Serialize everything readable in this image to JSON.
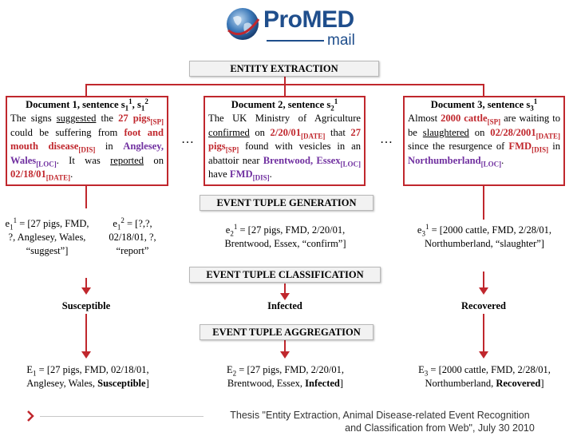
{
  "logo": {
    "brand": "ProMED",
    "sub": "mail"
  },
  "stages": {
    "extraction": "ENTITY EXTRACTION",
    "generation": "EVENT TUPLE GENERATION",
    "classification": "EVENT TUPLE CLASSIFICATION",
    "aggregation": "EVENT TUPLE AGGREGATION"
  },
  "doc1": {
    "title_prefix": "Document 1, sentence s",
    "t1": "The signs ",
    "suggested": "suggested",
    "t2": " the ",
    "pigs": "27 pigs",
    "sp": "[SP]",
    "t3": " could be suffering from ",
    "disease": "foot and mouth disease",
    "dis": "[DIS]",
    "t4": " in ",
    "loc1": "Anglesey, Wales",
    "loc": "[LOC]",
    "t5": ". It was ",
    "reported": "reported",
    "t6": " on ",
    "date": "02/18/01",
    "datetag": "[DATE]",
    "t7": "."
  },
  "doc2": {
    "title_prefix": "Document 2, sentence s",
    "t1": "The UK Ministry of Agriculture ",
    "confirmed": "confirmed",
    "t2": " on ",
    "date": "2/20/01",
    "datetag": "[DATE]",
    "t3": " that ",
    "pigs": "27 pigs",
    "sp": "[SP]",
    "t4": " found with vesicles in an abattoir near ",
    "loc1": "Brentwood, Essex",
    "loc": "[LOC]",
    "t5": " have ",
    "dis1": "FMD",
    "dis": "[DIS]",
    "t6": "."
  },
  "doc3": {
    "title_prefix": "Document 3, sentence s",
    "t1": "Almost ",
    "cattle": "2000 cattle",
    "sp": "[SP]",
    "t2": " are waiting to be ",
    "slaughtered": "slaughtered",
    "t3": " on ",
    "date": "02/28/2001",
    "datetag": "[DATE]",
    "t4": " since the resurgence of ",
    "dis1": "FMD",
    "dis": "[DIS]",
    "t5": " in ",
    "loc1": "Northumberland",
    "loc": "[LOC]",
    "t6": "."
  },
  "ellipsis": "…",
  "tuples": {
    "e1a_lbl": "e",
    "e1a_val": " = [27 pigs, FMD, ?, Anglesey, Wales, “suggest”]",
    "e1b_lbl": "e",
    "e1b_val": " = [?,?, 02/18/01, ?, “report”",
    "e2_lbl": "e",
    "e2_val": " = [27 pigs, FMD, 2/20/01, Brentwood, Essex, “confirm”]",
    "e3_lbl": "e",
    "e3_val": " = [2000 cattle, FMD, 2/28/01, Northumberland, “slaughter”]"
  },
  "classes": {
    "c1": "Susceptible",
    "c2": "Infected",
    "c3": "Recovered"
  },
  "aggregates": {
    "E1_lbl": "E",
    "E1_val": " = [27 pigs, FMD, 02/18/01, Anglesey, Wales, ",
    "E1_cls": "Susceptible",
    "E2_lbl": "E",
    "E2_val": " = [27 pigs, FMD, 2/20/01, Brentwood, Essex, ",
    "E2_cls": "Infected",
    "E3_lbl": "E",
    "E3_val": " = [2000 cattle, FMD, 2/28/01, Northumberland, ",
    "E3_cls": "Recovered",
    "close": "]"
  },
  "footer": {
    "line1": "Thesis \"Entity Extraction, Animal Disease-related Event Recognition",
    "line2": "and Classification from Web\", July 30 2010"
  },
  "colors": {
    "accent": "#c0272d",
    "location": "#7030a0",
    "logo_blue": "#1f4e8c"
  }
}
